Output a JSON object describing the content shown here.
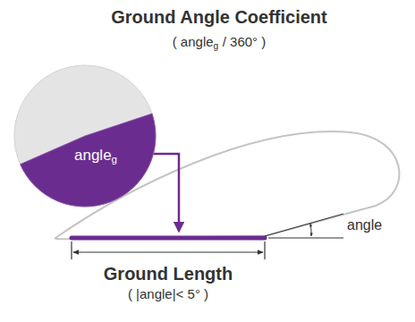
{
  "diagram": {
    "title": "Ground Angle Coefficient",
    "nodes": [
      {
        "text": [
          "angle",
          "g"
        ]
      }
    ],
    "labels": [
      "( angle",
      "g",
      "/ 360° )",
      "angle",
      "Ground Length",
      "( |angle|< 5° )"
    ]
  }
}
